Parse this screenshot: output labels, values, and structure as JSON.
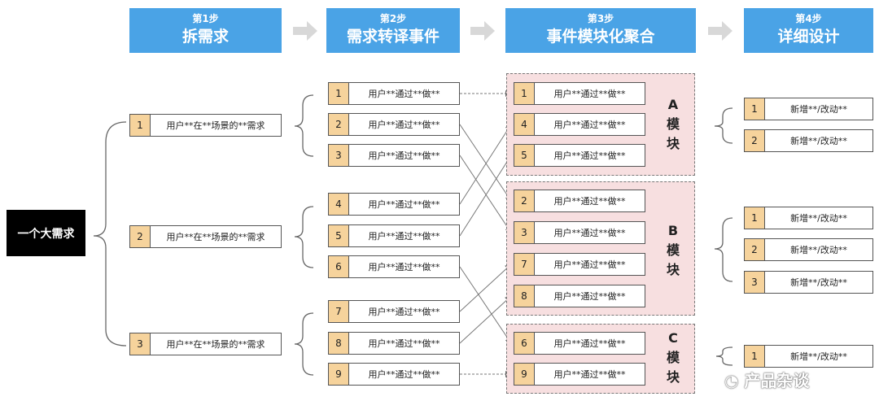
{
  "steps": [
    {
      "num": "第1步",
      "title": "拆需求"
    },
    {
      "num": "第2步",
      "title": "需求转译事件"
    },
    {
      "num": "第3步",
      "title": "事件模块化聚合"
    },
    {
      "num": "第4步",
      "title": "详细设计"
    }
  ],
  "big_requirement": "一个大需求",
  "requirements": [
    {
      "num": "1",
      "text": "用户**在**场景的**需求"
    },
    {
      "num": "2",
      "text": "用户**在**场景的**需求"
    },
    {
      "num": "3",
      "text": "用户**在**场景的**需求"
    }
  ],
  "events": [
    {
      "num": "1",
      "text": "用户**通过**做**"
    },
    {
      "num": "2",
      "text": "用户**通过**做**"
    },
    {
      "num": "3",
      "text": "用户**通过**做**"
    },
    {
      "num": "4",
      "text": "用户**通过**做**"
    },
    {
      "num": "5",
      "text": "用户**通过**做**"
    },
    {
      "num": "6",
      "text": "用户**通过**做**"
    },
    {
      "num": "7",
      "text": "用户**通过**做**"
    },
    {
      "num": "8",
      "text": "用户**通过**做**"
    },
    {
      "num": "9",
      "text": "用户**通过**做**"
    }
  ],
  "modules": [
    {
      "label_lines": [
        "A",
        "模",
        "块"
      ],
      "events": [
        {
          "num": "1",
          "text": "用户**通过**做**"
        },
        {
          "num": "4",
          "text": "用户**通过**做**"
        },
        {
          "num": "5",
          "text": "用户**通过**做**"
        }
      ]
    },
    {
      "label_lines": [
        "B",
        "模",
        "块"
      ],
      "events": [
        {
          "num": "2",
          "text": "用户**通过**做**"
        },
        {
          "num": "3",
          "text": "用户**通过**做**"
        },
        {
          "num": "7",
          "text": "用户**通过**做**"
        },
        {
          "num": "8",
          "text": "用户**通过**做**"
        }
      ]
    },
    {
      "label_lines": [
        "C",
        "模",
        "块"
      ],
      "events": [
        {
          "num": "6",
          "text": "用户**通过**做**"
        },
        {
          "num": "9",
          "text": "用户**通过**做**"
        }
      ]
    }
  ],
  "designs": [
    {
      "items": [
        {
          "num": "1",
          "text": "新增**/改动**"
        },
        {
          "num": "2",
          "text": "新增**/改动**"
        }
      ]
    },
    {
      "items": [
        {
          "num": "1",
          "text": "新增**/改动**"
        },
        {
          "num": "2",
          "text": "新增**/改动**"
        },
        {
          "num": "3",
          "text": "新增**/改动**"
        }
      ]
    },
    {
      "items": [
        {
          "num": "1",
          "text": "新增**/改动**"
        }
      ]
    }
  ],
  "watermark": "产品杂谈",
  "colors": {
    "step_blue": "#4aa3e6",
    "number_fill": "#f6d39c",
    "module_fill": "#f7dfe0"
  }
}
